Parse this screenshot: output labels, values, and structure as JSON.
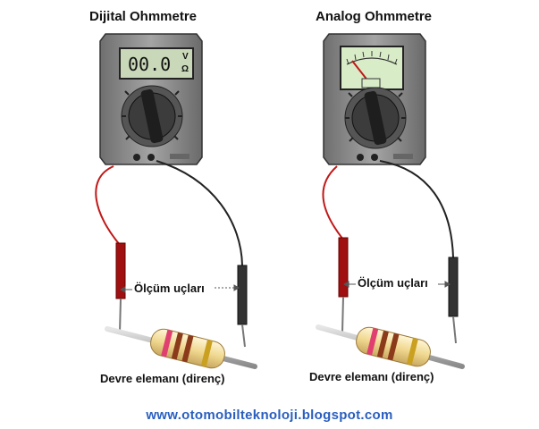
{
  "titles": {
    "digital": "Dijital Ohmmetre",
    "analog": "Analog Ohmmetre"
  },
  "digital_meter": {
    "display_value": "00.0",
    "unit_v": "V",
    "unit_ohm": "Ω"
  },
  "labels": {
    "leads_left": "Ölçüm uçları",
    "leads_right": "Ölçüm uçları",
    "element_left": "Devre elemanı (direnç)",
    "element_right": "Devre elemanı (direnç)"
  },
  "footer": {
    "url": "www.otomobilteknoloji.blogspot.com"
  },
  "colors": {
    "meter_body": "#8a8a8a",
    "lcd_bg": "#c8d8b8",
    "analog_face": "#d8ecc8",
    "red_lead": "#b01010",
    "black_lead": "#222222",
    "resistor_body": "#f0d890",
    "footer_link": "#2a5fbf"
  }
}
